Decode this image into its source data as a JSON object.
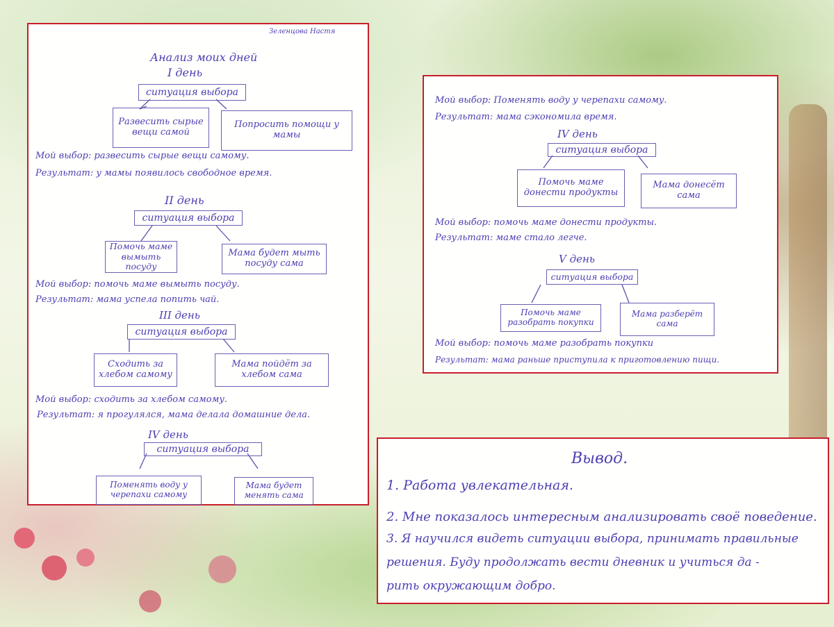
{
  "left_sheet": {
    "author": "Зеленцова Настя",
    "title": "Анализ моих дней",
    "day1": {
      "heading": "I день",
      "situation": "ситуация выбора",
      "option_a": "Развесить сырые вещи самой",
      "option_b": "Попросить помощи у мамы",
      "choice": "Мой выбор: развесить сырые вещи самому.",
      "result": "Результат: у мамы появилось свободное время."
    },
    "day2": {
      "heading": "II день",
      "situation": "ситуация выбора",
      "option_a": "Помочь маме вымыть посуду",
      "option_b": "Мама будет мыть посуду сама",
      "choice": "Мой выбор: помочь маме вымыть посуду.",
      "result": "Результат: мама успела попить чай."
    },
    "day3": {
      "heading": "III день",
      "situation": "ситуация выбора",
      "option_a": "Сходить за хлебом самому",
      "option_b": "Мама пойдёт за хлебом сама",
      "choice": "Мой выбор: сходить за хлебом самому.",
      "result": "Результат: я прогулялся, мама делала домашние дела."
    },
    "day4": {
      "heading": "IV день",
      "situation": "ситуация выбора",
      "option_a": "Поменять воду у черепахи самому",
      "option_b": "Мама будет менять сама"
    }
  },
  "right_sheet": {
    "day4_choice": "Мой выбор: Поменять воду у черепахи самому.",
    "day4_result": "Результат: мама сэкономила время.",
    "day_iv": {
      "heading": "IV день",
      "situation": "ситуация выбора",
      "option_a": "Помочь маме донести продукты",
      "option_b": "Мама донесёт сама",
      "choice": "Мой выбор: помочь маме донести продукты.",
      "result": "Результат: маме стало легче."
    },
    "day5": {
      "heading": "V день",
      "situation": "ситуация выбора",
      "option_a": "Помочь маме разобрать покупки",
      "option_b": "Мама разберёт сама",
      "choice": "Мой выбор: помочь маме разобрать покупки",
      "result": "Результат: мама раньше приступила к приготовлению пищи."
    }
  },
  "conclusion": {
    "title": "Вывод.",
    "line1": "1. Работа увлекательная.",
    "line2": "2. Мне показалось интересным анализировать своё поведение.",
    "line3a": "3. Я научился видеть ситуации выбора, принимать правильные",
    "line3b": "решения. Буду продолжать вести дневник и учиться да -",
    "line3c": "рить окружающим добро."
  }
}
